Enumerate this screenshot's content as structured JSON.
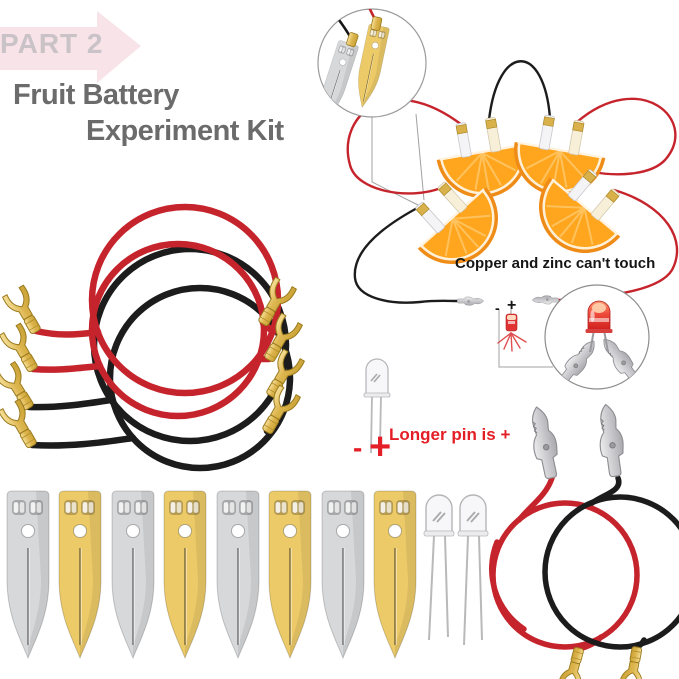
{
  "product": {
    "badge": "PART 2",
    "title_line1": "Fruit Battery",
    "title_line2": "Experiment Kit"
  },
  "annotations": {
    "circuit_note": "Copper and zinc can't touch",
    "clip_minus": "-",
    "clip_plus": "+",
    "led_note": "Longer pin is +",
    "led_minus": "-",
    "led_plus": "+"
  },
  "components": {
    "inset_top": "zinc and copper electrode plates with black and red wires",
    "fruit_circuit": "4 orange slices wired in series with red and black wires",
    "inset_bottom": "red LED held between two alligator clips",
    "jumper_wires": {
      "red": 2,
      "black": 2,
      "terminal_type": "gold spade fork"
    },
    "electrode_plates": {
      "count": 8,
      "zinc_silver": 4,
      "copper_gold": 4
    },
    "clear_leds": 3,
    "alligator_clip_wires": {
      "red": 1,
      "black": 1
    }
  },
  "colors": {
    "badge_arrow": "#f7e3e8",
    "badge_text": "#c9c2c6",
    "title": "#6b6b6b",
    "wire_red": "#c6242c",
    "wire_black": "#1c1c1c",
    "terminal_gold": "#d9b14b",
    "plate_silver": "#d7d8da",
    "plate_gold": "#ecca68",
    "orange_flesh": "#ffa51e",
    "orange_rind": "#ef8b17",
    "note_red": "#e41e26",
    "note_black": "#151515"
  }
}
